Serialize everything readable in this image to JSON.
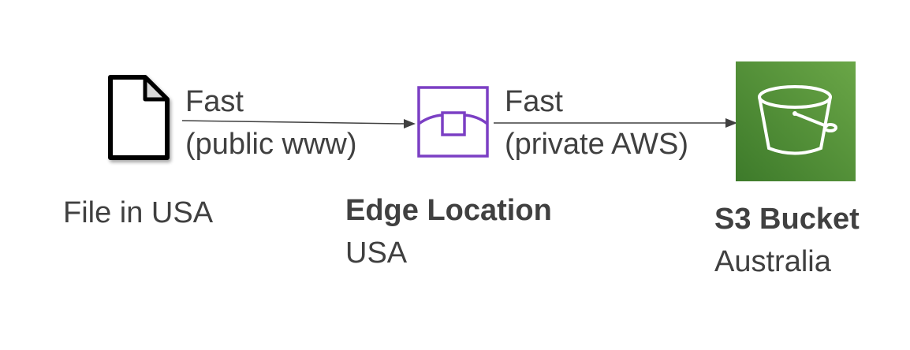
{
  "file_node": {
    "icon": "document-icon",
    "label": "File in USA"
  },
  "edge_node": {
    "icon": "cloudfront-edge-location-icon",
    "title": "Edge Location",
    "subtitle": "USA",
    "color": "#7b3fc4"
  },
  "s3_node": {
    "icon": "s3-bucket-icon",
    "title": "S3 Bucket",
    "subtitle": "Australia",
    "color": "#4a8a34"
  },
  "arrow_1": {
    "label_top": "Fast",
    "label_bottom": "(public www)"
  },
  "arrow_2": {
    "label_top": "Fast",
    "label_bottom": "(private AWS)"
  }
}
